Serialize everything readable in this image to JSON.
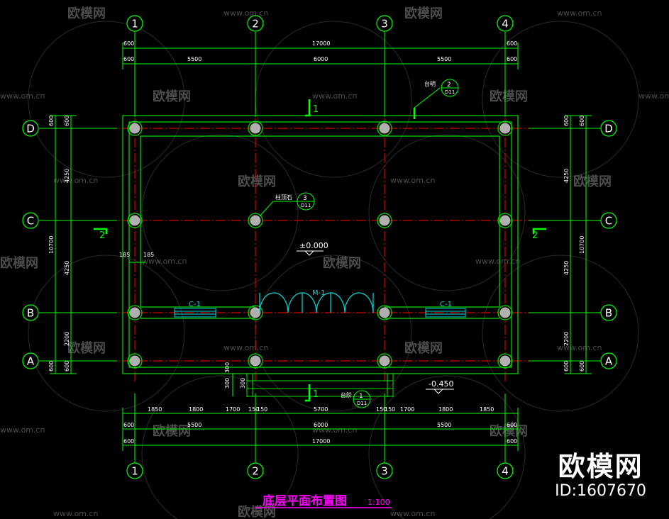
{
  "grid": {
    "columns": [
      "1",
      "2",
      "3",
      "4"
    ],
    "rows": [
      "D",
      "C",
      "B",
      "A"
    ]
  },
  "dimensions": {
    "top_total": "17000",
    "top_offset_left": "600",
    "top_offset_right": "600",
    "top_bays": [
      "5500",
      "6000",
      "5500"
    ],
    "left_segments": [
      "600",
      "600",
      "4250",
      "4250",
      "2200",
      "600",
      "600"
    ],
    "left_total": "10700",
    "bottom_detail": [
      "1850",
      "1800",
      "1700",
      "150",
      "150",
      "5700",
      "150",
      "150",
      "1700",
      "1800",
      "1850"
    ],
    "bottom_bays": [
      "5500",
      "6000",
      "5500"
    ],
    "bottom_offset": "600",
    "bottom_total": "17000",
    "step_dims": [
      "300",
      "300",
      "300"
    ],
    "wall_dims": [
      "185",
      "185"
    ]
  },
  "annotations": {
    "floor_level": "±0.000",
    "outdoor_level": "-0.450",
    "door": "M-1",
    "window_left": "C-1",
    "window_right": "C-1",
    "section_1": "1",
    "section_2": "2",
    "callout_platform_label": "台明",
    "callout_platform_num": "2",
    "callout_platform_sheet": "D11",
    "callout_column_label": "柱顶石",
    "callout_column_num": "3",
    "callout_column_sheet": "D11",
    "callout_steps_label": "台阶",
    "callout_steps_num": "1",
    "callout_steps_sheet": "D11"
  },
  "title": {
    "text": "底层平面布置图",
    "scale": "1:100"
  },
  "watermark": {
    "brand": "欧模网",
    "url": "www.om.cn",
    "id": "ID:1607670"
  },
  "colors": {
    "dim_line": "#00ff00",
    "axis": "#ff0000",
    "wall": "#00e000",
    "column": "#b0b0b0",
    "opening": "#00dddd",
    "title": "#ff00ff"
  }
}
